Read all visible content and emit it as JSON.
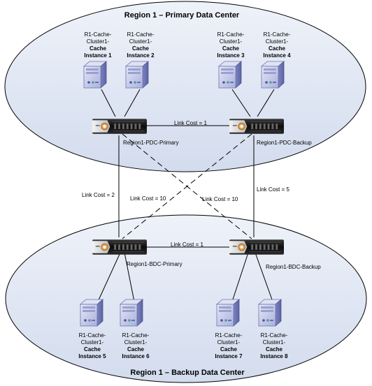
{
  "regions": {
    "primary_title": "Region 1 – Primary Data Center",
    "backup_title": "Region 1 – Backup Data Center"
  },
  "cache_instances": [
    {
      "line1": "R1-Cache-",
      "line2": "Cluster1-",
      "line3": "Cache",
      "line4": "Instance 1"
    },
    {
      "line1": "R1-Cache-",
      "line2": "Cluster1-",
      "line3": "Cache",
      "line4": "Instance 2"
    },
    {
      "line1": "R1-Cache-",
      "line2": "Cluster1-",
      "line3": "Cache",
      "line4": "Instance 3"
    },
    {
      "line1": "R1-Cache-",
      "line2": "Cluster1-",
      "line3": "Cache",
      "line4": "Instance 4"
    },
    {
      "line1": "R1-Cache-",
      "line2": "Cluster1-",
      "line3": "Cache",
      "line4": "Instance 5"
    },
    {
      "line1": "R1-Cache-",
      "line2": "Cluster1-",
      "line3": "Cache",
      "line4": "Instance 6"
    },
    {
      "line1": "R1-Cache-",
      "line2": "Cluster1-",
      "line3": "Cache",
      "line4": "Instance 7"
    },
    {
      "line1": "R1-Cache-",
      "line2": "Cluster1-",
      "line3": "Cache",
      "line4": "Instance 8"
    }
  ],
  "routers": {
    "pdc_primary": "Region1-PDC-Primary",
    "pdc_backup": "Region1-PDC-Backup",
    "bdc_primary": "Region1-BDC-Primary",
    "bdc_backup": "Region1-BDC-Backup"
  },
  "links": {
    "pdc_link": "Link Cost = 1",
    "bdc_link": "Link Cost = 1",
    "left_vertical": "Link Cost = 2",
    "right_vertical": "Link Cost = 5",
    "cross_left": "Link Cost = 10",
    "cross_right": "Link Cost = 10"
  },
  "colors": {
    "ellipse_fill": "#dde5f2",
    "server_front": "#c9cde8",
    "server_side": "#8f96c9",
    "router_body": "#1a1a1a"
  }
}
